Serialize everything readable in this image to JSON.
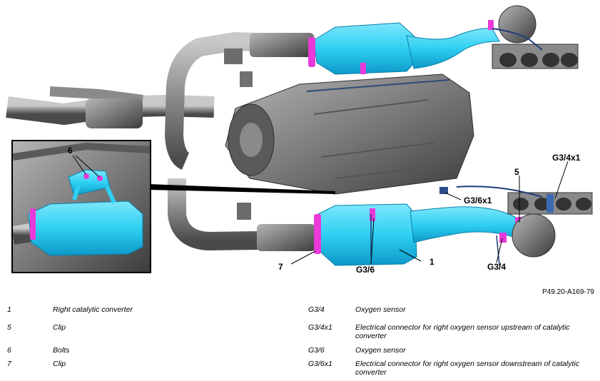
{
  "callouts": {
    "c6": "6",
    "c5": "5",
    "c7": "7",
    "c1": "1",
    "cG34": "G3/4",
    "cG34x1": "G3/4x1",
    "cG36": "G3/6",
    "cG36x1": "G3/6x1"
  },
  "figure_id": "P49.20-A169-79",
  "legend": [
    {
      "key": "1",
      "desc": "Right catalytic converter"
    },
    {
      "key": "5",
      "desc": "Clip"
    },
    {
      "key": "6",
      "desc": "Bolts"
    },
    {
      "key": "7",
      "desc": "Clip"
    },
    {
      "key": "G3/4",
      "desc": "Oxygen sensor"
    },
    {
      "key": "G3/4x1",
      "desc": "Electrical connector for right oxygen sensor upstream of catalytic converter"
    },
    {
      "key": "G3/6",
      "desc": "Oxygen sensor"
    },
    {
      "key": "G3/6x1",
      "desc": "Electrical connector for right oxygen sensor downstream of catalytic converter"
    }
  ],
  "colors": {
    "converter": "#2fd0f2",
    "converter_dark": "#10a8d8",
    "highlight_clip": "#e83ad8",
    "metal": "#8c8c8c",
    "metal_dark": "#4f4f4f",
    "frame": "#000000"
  }
}
